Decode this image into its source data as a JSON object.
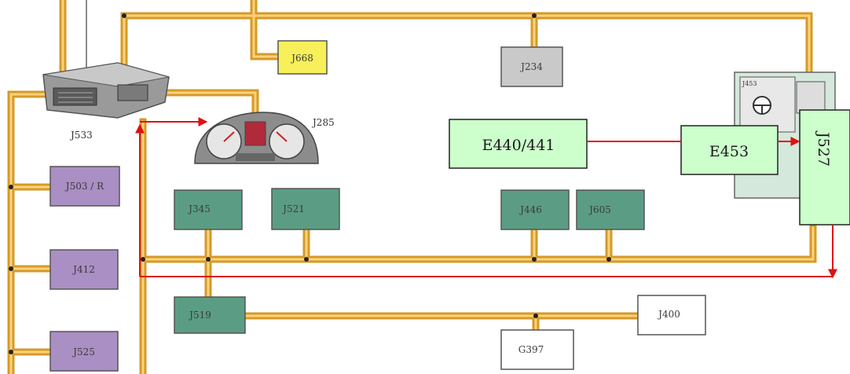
{
  "colors": {
    "bus_outer": "#d49a2a",
    "bus_inner": "#ffd27a",
    "purple_box": "#a98fc4",
    "teal_box": "#5b9d84",
    "gray_box": "#c9c9c9",
    "yellow_box": "#f7f05a",
    "white_box": "#ffffff",
    "highlight_box": "#ccffcc",
    "signal_arrow": "#e01010"
  },
  "modules": {
    "j533": "J533",
    "j285": "J285",
    "j668": "J668",
    "j234": "J234",
    "j503": "J503 / R",
    "j412": "J412",
    "j525": "J525",
    "j345": "J345",
    "j521": "J521",
    "j446": "J446",
    "j605": "J605",
    "j519": "J519",
    "j400": "J400",
    "g397": "G397",
    "e440": "E440/441",
    "e453": "E453",
    "j527": "J527",
    "j453": "J453"
  }
}
